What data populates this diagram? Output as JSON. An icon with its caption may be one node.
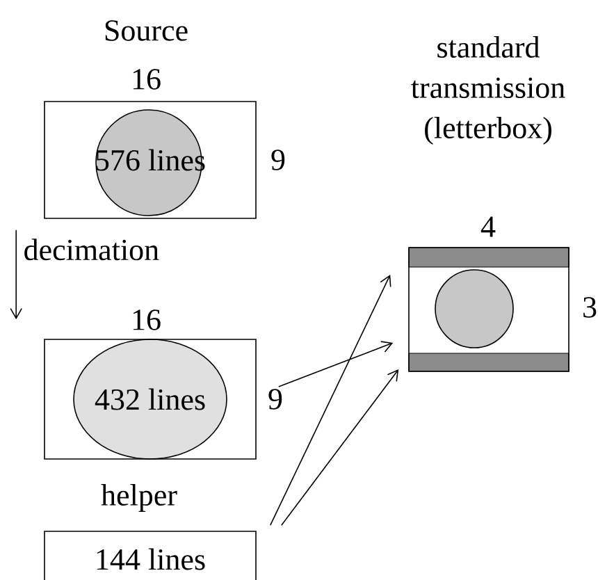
{
  "diagram": {
    "nodes": [
      {
        "text": [
          "Source",
          "576 lines"
        ],
        "beside": [
          "16",
          "9"
        ]
      },
      {
        "text": [
          "432 lines"
        ],
        "beside": [
          "16",
          "9"
        ]
      },
      {
        "text": [
          "helper",
          "144 lines"
        ]
      },
      {
        "text": [
          "standard transmission (letterbox)"
        ],
        "beside": [
          "4",
          "3"
        ]
      }
    ],
    "edges": [
      {
        "from": 0,
        "to": 1,
        "arrow": "to",
        "label": "decimation"
      },
      {
        "from": 1,
        "to": 3,
        "arrow": "to"
      },
      {
        "from": 2,
        "to": 3,
        "arrow": "to"
      },
      {
        "from": 2,
        "to": 3,
        "arrow": "to"
      }
    ]
  }
}
